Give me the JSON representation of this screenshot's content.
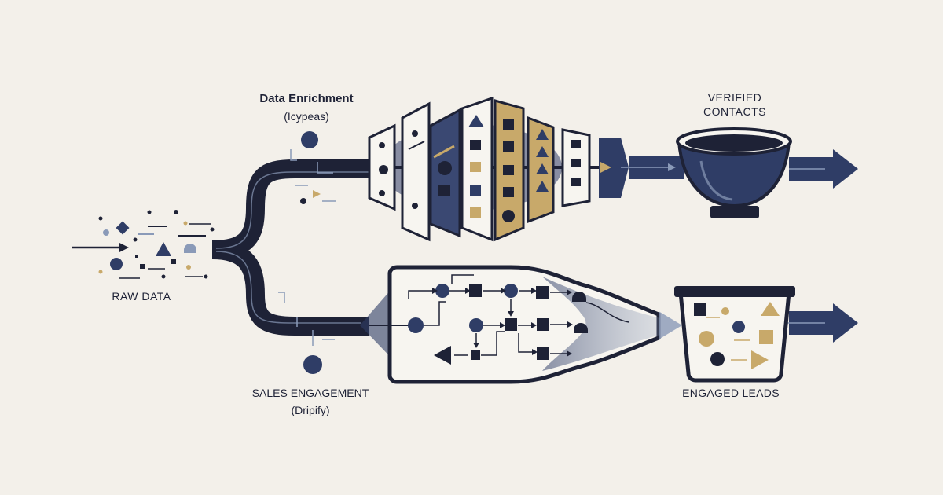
{
  "labels": {
    "enrichment_title": "Data Enrichment",
    "enrichment_tool": "(Icypeas)",
    "verified_line1": "VERIFIED",
    "verified_line2": "CONTACTS",
    "raw_data": "RAW DATA",
    "sales_title": "SALES ENGAGEMENT",
    "sales_tool": "(Dripify)",
    "engaged_leads": "ENGAGED LEADS"
  },
  "colors": {
    "background": "#f3f0ea",
    "navy": "#1e2236",
    "slate_blue": "#2f3d66",
    "muted_blue": "#8a9ab8",
    "gold": "#c8a96a",
    "panel": "#f7f5f0"
  },
  "icons": [
    "arrow-right-icon",
    "circle-icon",
    "square-icon",
    "triangle-icon",
    "bowl-icon",
    "funnel-icon"
  ]
}
